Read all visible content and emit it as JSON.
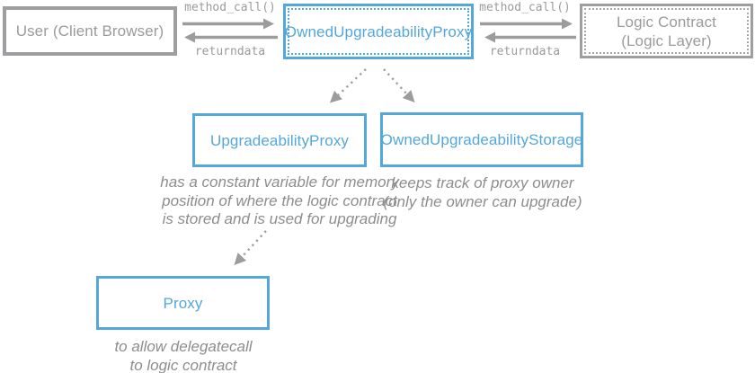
{
  "colors": {
    "blue": "#54a7da",
    "gray-border": "#9e9ea0",
    "gray-text": "#9b9b9b",
    "note-gray": "#8d8d8d",
    "arrow-gray": "#9c9c9c"
  },
  "nodes": {
    "user": {
      "label": "User (Client Browser)"
    },
    "owned_proxy": {
      "label": "OwnedUpgradeabilityProxy"
    },
    "logic_contract": {
      "label": "Logic Contract\n(Logic Layer)"
    },
    "upgradeability_proxy": {
      "label": "UpgradeabilityProxy",
      "note": "has a constant variable for memory\nposition of where the logic contract\nis stored and is used for upgrading"
    },
    "owned_storage": {
      "label": "OwnedUpgradeabilityStorage",
      "note": "keeps track of proxy owner\n(only the owner can upgrade)"
    },
    "proxy": {
      "label": "Proxy",
      "note": "to allow delegatecall\nto logic contract"
    }
  },
  "edges": {
    "left": {
      "call_label": "method_call()",
      "return_label": "returndata"
    },
    "right": {
      "call_label": "method_call()",
      "return_label": "returndata"
    }
  }
}
